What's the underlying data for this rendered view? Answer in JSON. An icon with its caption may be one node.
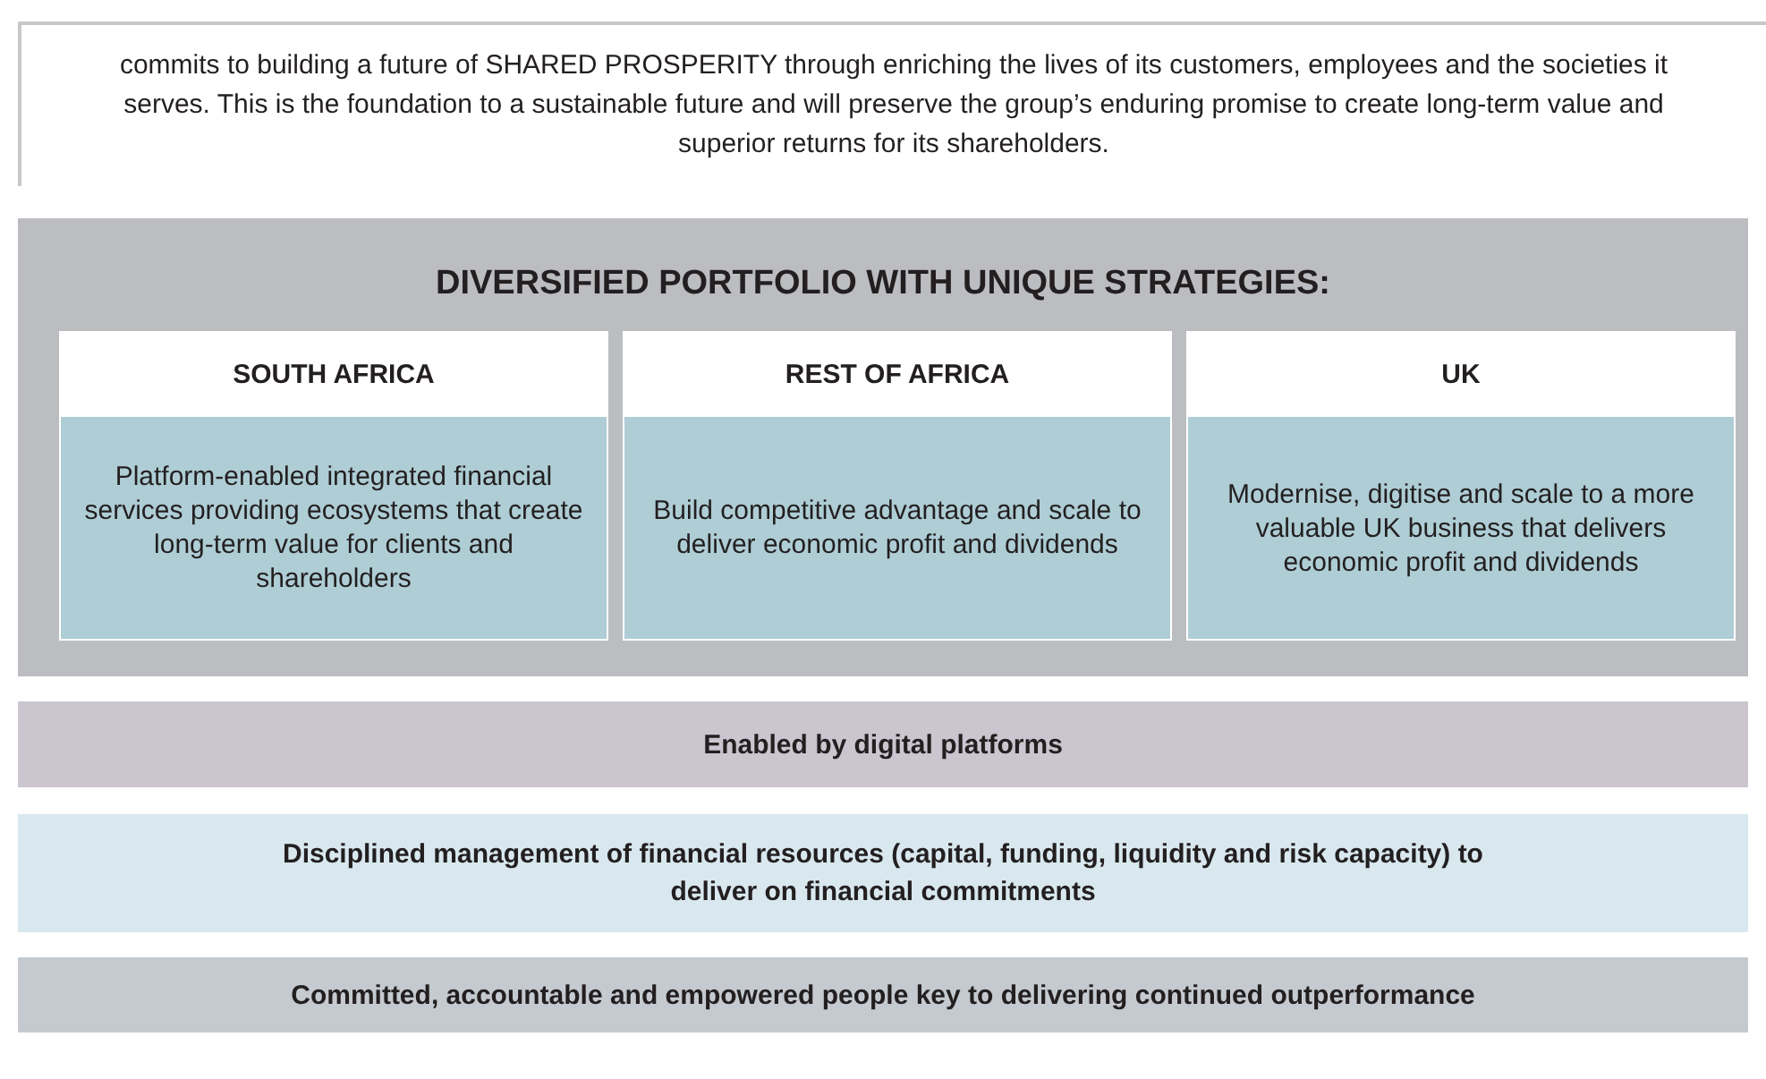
{
  "diagram": {
    "nodes": [
      {
        "text": [
          "commits to building a future of SHARED PROSPERITY through enriching the lives of its customers, employees and the societies it serves. This is the foundation to a sustainable future and will preserve the group’s enduring promise to create long-term value and superior returns for its shareholders."
        ]
      },
      {
        "text": [
          "DIVERSIFIED PORTFOLIO WITH UNIQUE STRATEGIES:"
        ]
      },
      {
        "text": [
          "SOUTH AFRICA",
          "Platform-enabled integrated financial services providing ecosystems that create long-term value for clients and shareholders"
        ],
        "in": 1
      },
      {
        "text": [
          "REST OF AFRICA",
          "Build competitive advantage and scale to deliver economic profit and dividends"
        ],
        "in": 1
      },
      {
        "text": [
          "UK",
          "Modernise, digitise and scale to a more valuable UK business that delivers economic profit and dividends"
        ],
        "in": 1
      },
      {
        "text": [
          "Enabled by digital platforms"
        ]
      },
      {
        "text": [
          "Disciplined management of financial resources (capital, funding, liquidity and risk capacity) to deliver on financial commitments"
        ]
      },
      {
        "text": [
          "Committed, accountable and empowered people key to delivering continued outperformance"
        ]
      }
    ]
  }
}
